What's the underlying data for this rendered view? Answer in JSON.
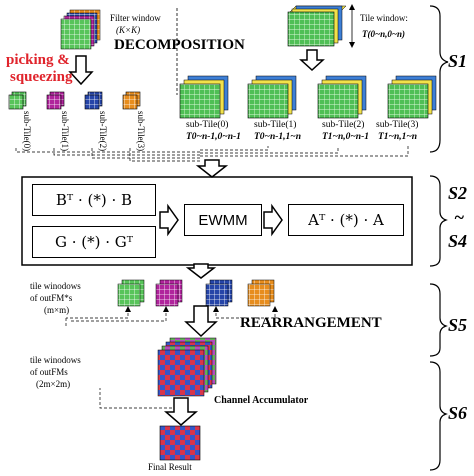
{
  "colors": {
    "grid_green": "#58c45a",
    "grid_magenta": "#b0249c",
    "grid_blue": "#2645a8",
    "grid_orange": "#e78d1e",
    "tile_side_yellow": "#f2e24a",
    "tile_side_blue": "#3d7fd6",
    "tile_side_green": "#3aa84a",
    "checker_red": "#d8354a",
    "checker_blue": "#3655c8",
    "title_red": "#e0242c"
  },
  "labels": {
    "filter_window": "Filter window",
    "filter_window_size": "(K×K)",
    "decomposition": "DECOMPOSITION",
    "picking": "picking &",
    "squeezing": "squeezing",
    "tile_window": "Tile window:",
    "tile_window_size": "T(0~n,0~n)",
    "sub_tile_prefix": "sub-Tile",
    "rearrangement": "REARRANGEMENT",
    "outfm_star_windows_1": "tile winodows",
    "outfm_star_windows_2": "of outFM*s",
    "outfm_star_size": "(m×m)",
    "outfm_windows_1": "tile winodows",
    "outfm_windows_2": "of outFMs",
    "outfm_size": "(2m×2m)",
    "channel_accumulator": "Channel Accumulator",
    "final_result": "Final Result"
  },
  "vertical_labels": [
    "sub-Tile(0)",
    "sub-Tile(1)",
    "sub-Tile(2)",
    "sub-Tile(3)"
  ],
  "sub_tiles": [
    {
      "name": "sub-Tile(0)",
      "range": "T0~n-1,0~n-1"
    },
    {
      "name": "sub-Tile(1)",
      "range": "T0~n-1,1~n"
    },
    {
      "name": "sub-Tile(2)",
      "range": "T1~n,0~n-1"
    },
    {
      "name": "sub-Tile(3)",
      "range": "T1~n,1~n"
    }
  ],
  "equations": {
    "input_transform": "Bᵀ · (*) · B",
    "filter_transform": "G · (*) · Gᵀ",
    "ewmm": "EWMM",
    "output_transform": "Aᵀ · (*) · A"
  },
  "stages": [
    "S1",
    "S2",
    "~",
    "S4",
    "S5",
    "S6"
  ]
}
